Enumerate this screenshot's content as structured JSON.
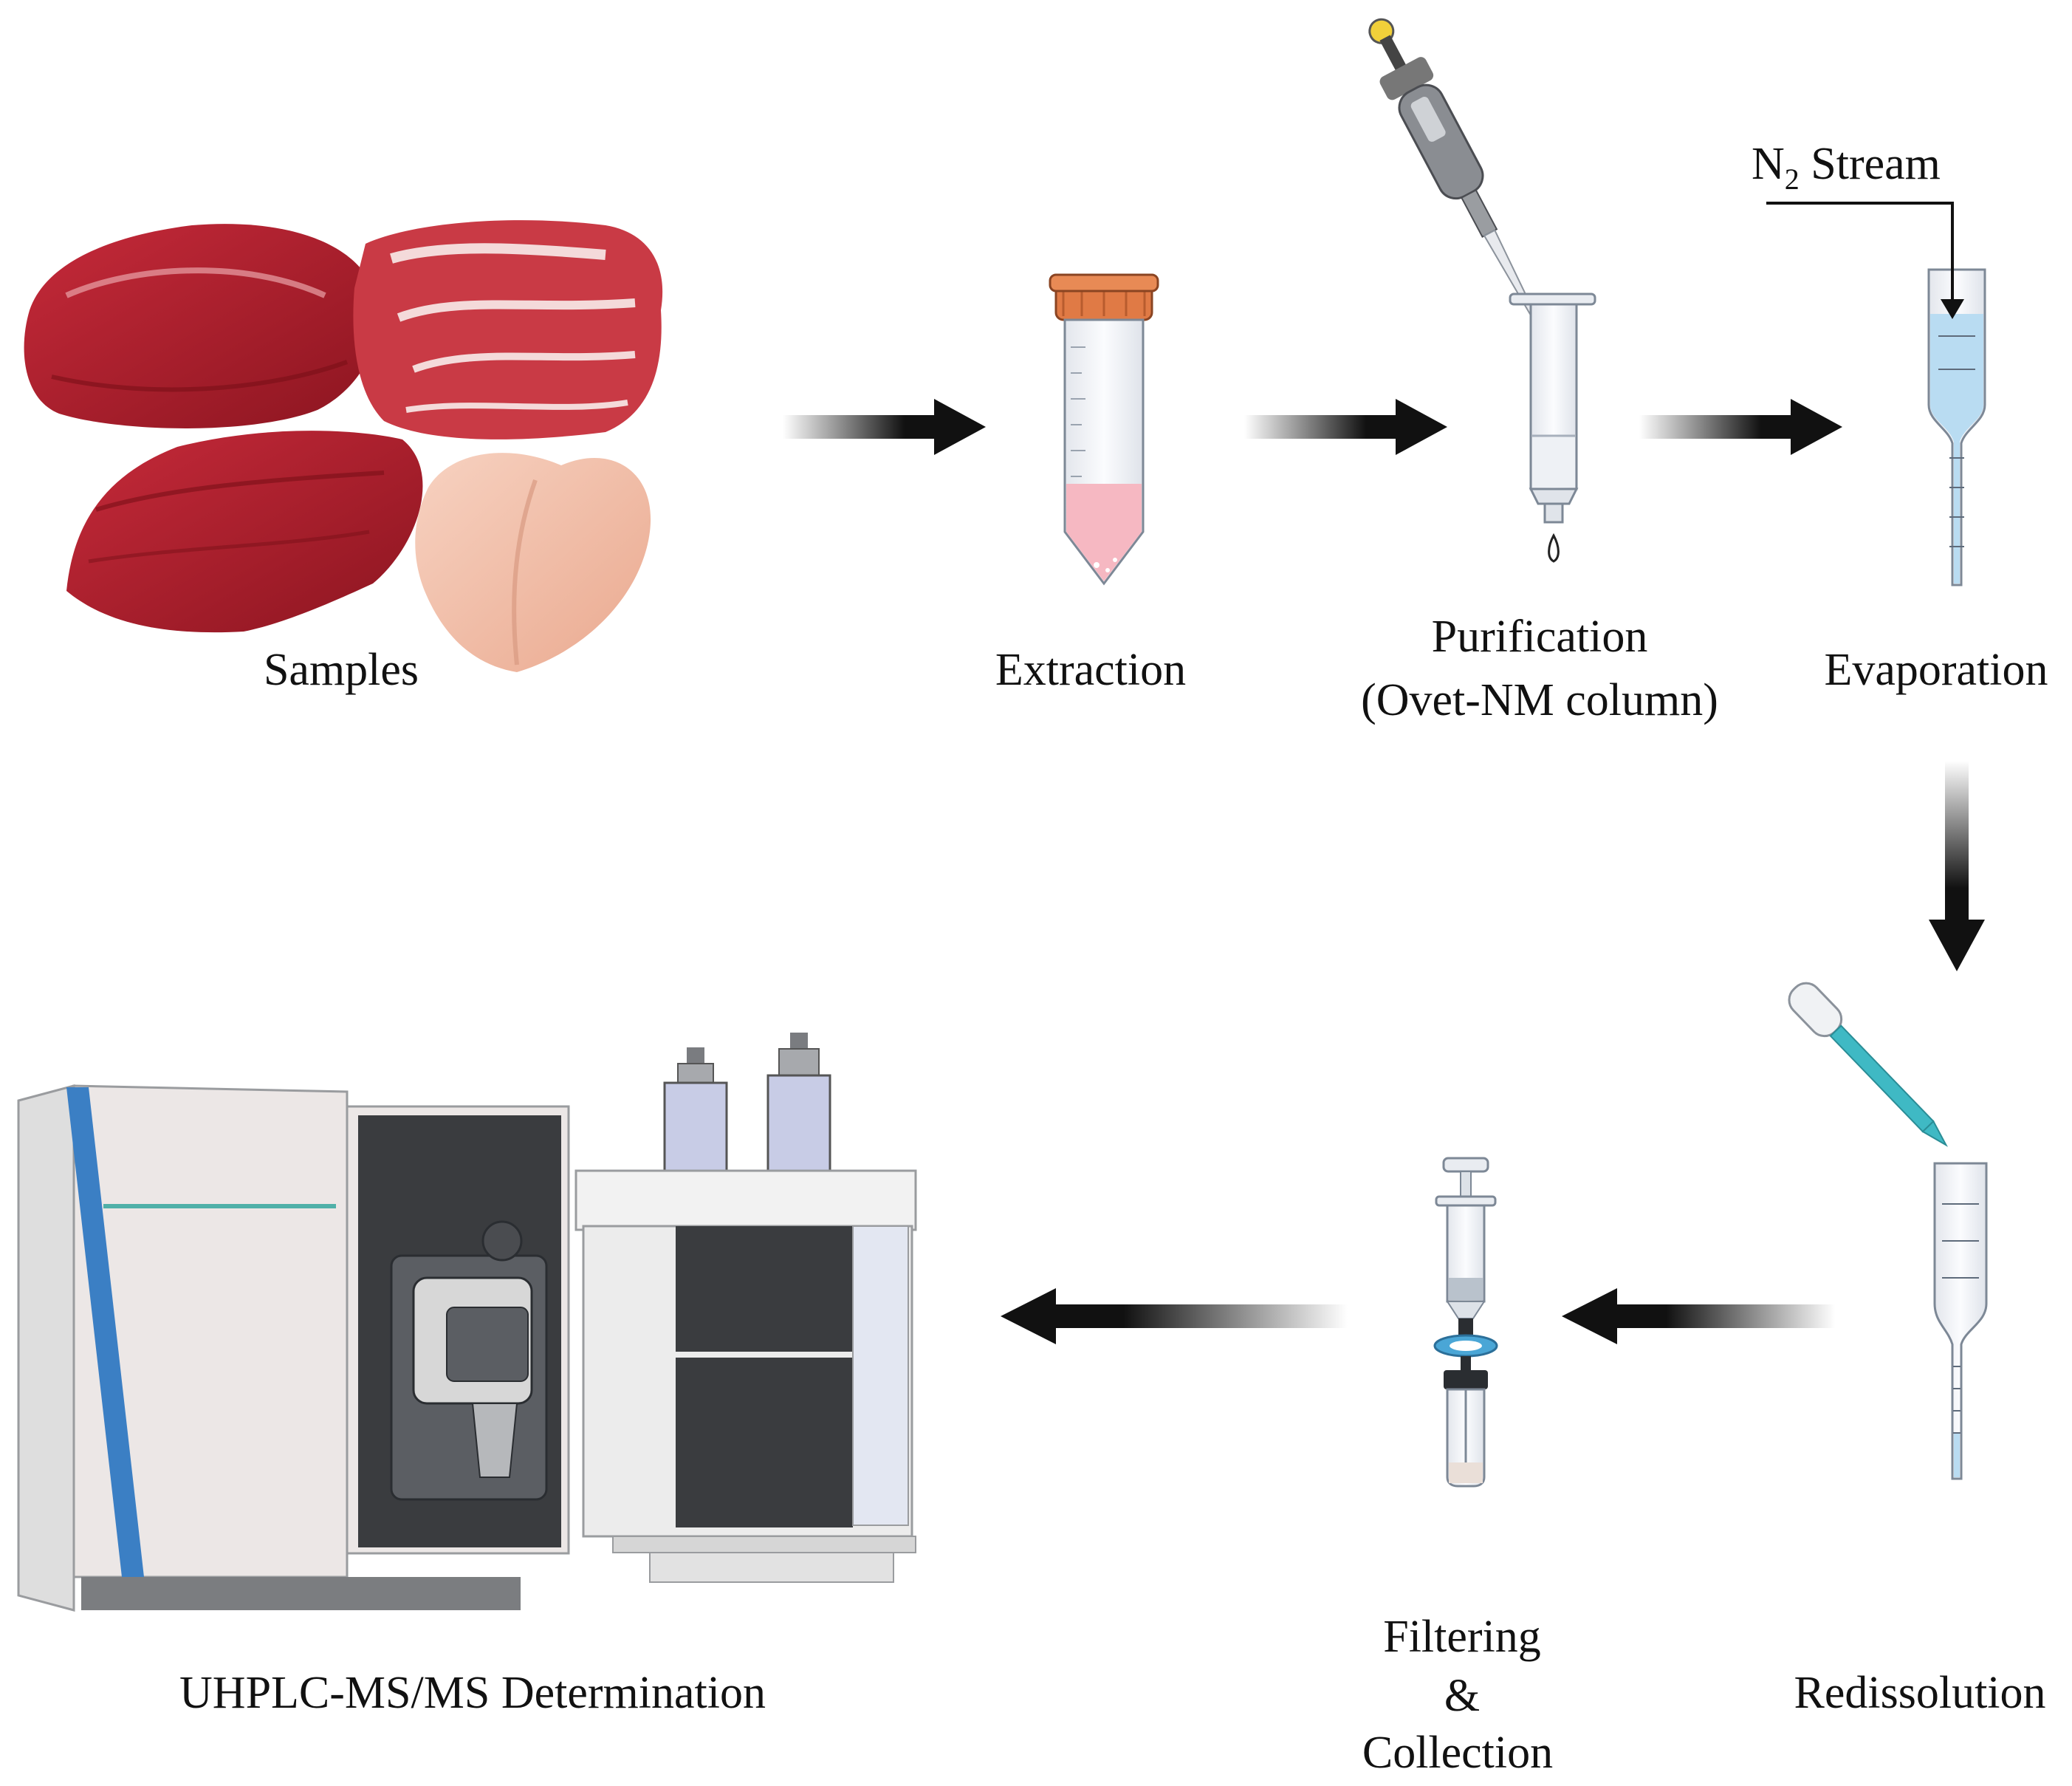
{
  "labels": {
    "samples": "Samples",
    "extraction": "Extraction",
    "purification_line1": "Purification",
    "purification_line2": "(Ovet-NM column)",
    "evaporation": "Evaporation",
    "n2_main": "N",
    "n2_sub": "2",
    "n2_rest": " Stream",
    "redissolution": "Redissolution",
    "filtering_line1": "Filtering",
    "filtering_line2": "&",
    "filtering_line3": "Collection",
    "uhplc": "UHPLC-MS/MS Determination"
  },
  "colors": {
    "arrow": "#111111",
    "meat_red": "#b3202e",
    "chicken": "#f2c4ae",
    "tube_cap": "#e07a45",
    "tube_liquid": "#f6b8c2",
    "evap_liquid": "#b9dcf2",
    "pipette_teal": "#3fb9c4",
    "instrument_blue": "#3b7fc4",
    "instrument_body": "#ece7e6",
    "instrument_dark": "#3a3c3f",
    "bottle_glass": "#c8cce6",
    "filter_blue": "#4aa6d6"
  },
  "icons": [
    "meat-samples-image",
    "centrifuge-tube-icon",
    "pipette-icon",
    "spe-column-icon",
    "evaporation-tube-icon",
    "dropper-icon",
    "redissolution-tube-icon",
    "syringe-filter-icon",
    "uhplc-instrument-icon"
  ]
}
